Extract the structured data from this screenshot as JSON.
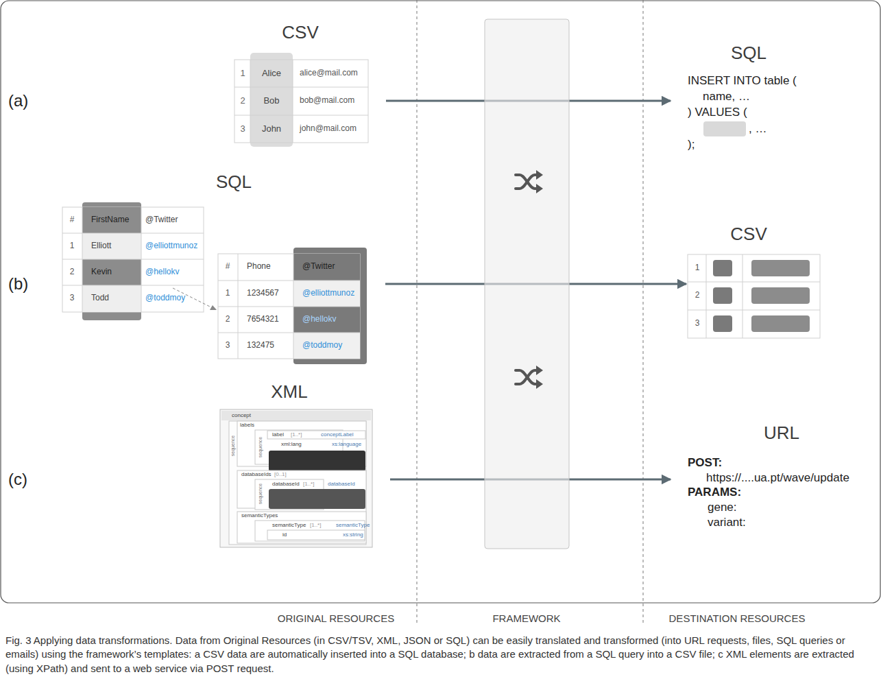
{
  "diagram": {
    "caption": "Fig. 3 Applying data transformations. Data from Original Resources (in CSV/TSV, XML, JSON or SQL) can be easily translated and transformed (into URL requests, files, SQL queries or emails) using the framework’s templates: a CSV data are automatically inserted into a SQL database; b data are extracted from a SQL query into a CSV file; c XML elements are extracted (using XPath) and sent to a web service via POST request.",
    "nodes": [
      {
        "text": [
          "CSV"
        ]
      },
      {
        "text": [
          "SQL",
          "INSERT INTO table (",
          "name, …",
          ") VALUES (",
          ", …",
          ");"
        ]
      },
      {
        "text": [
          "SQL"
        ]
      },
      {
        "text": [
          "CSV"
        ]
      },
      {
        "text": [
          "XML"
        ]
      },
      {
        "text": [
          "URL",
          "POST:",
          "https://....ua.pt/wave/update",
          "PARAMS:",
          "gene:",
          "variant:"
        ]
      }
    ],
    "edges": [
      {
        "from": 0,
        "to": 1,
        "arrow": "to"
      },
      {
        "from": 2,
        "to": 3,
        "arrow": "to"
      },
      {
        "from": 4,
        "to": 5,
        "arrow": "to"
      }
    ],
    "labels": [
      "(a)",
      "(b)",
      "(c)",
      "ORIGINAL RESOURCES",
      "FRAMEWORK",
      "DESTINATION RESOURCES",
      "1",
      "Alice",
      "alice@mail.com",
      "2",
      "Bob",
      "bob@mail.com",
      "3",
      "John",
      "john@mail.com",
      "#",
      "FirstName",
      "@Twitter",
      "1",
      "Elliott",
      "@elliottmunoz",
      "2",
      "Kevin",
      "@hellokv",
      "3",
      "Todd",
      "@toddmoy",
      "#",
      "Phone",
      "@Twitter",
      "1",
      "1234567",
      "@elliottmunoz",
      "2",
      "7654321",
      "@hellokv",
      "3",
      "132475",
      "@toddmoy",
      "1",
      "2",
      "3",
      "concept",
      "labels",
      "label",
      "[1..*]",
      "conceptLabel",
      "xml:lang",
      "xs:language",
      "databaseIds",
      "[0..1]",
      "databaseId",
      "[1..*]",
      "databaseId",
      "semanticTypes",
      "semanticType",
      "[1..*]",
      "semanticType",
      "id",
      "xs:string",
      "sequence",
      "sequence",
      "sequence"
    ]
  }
}
